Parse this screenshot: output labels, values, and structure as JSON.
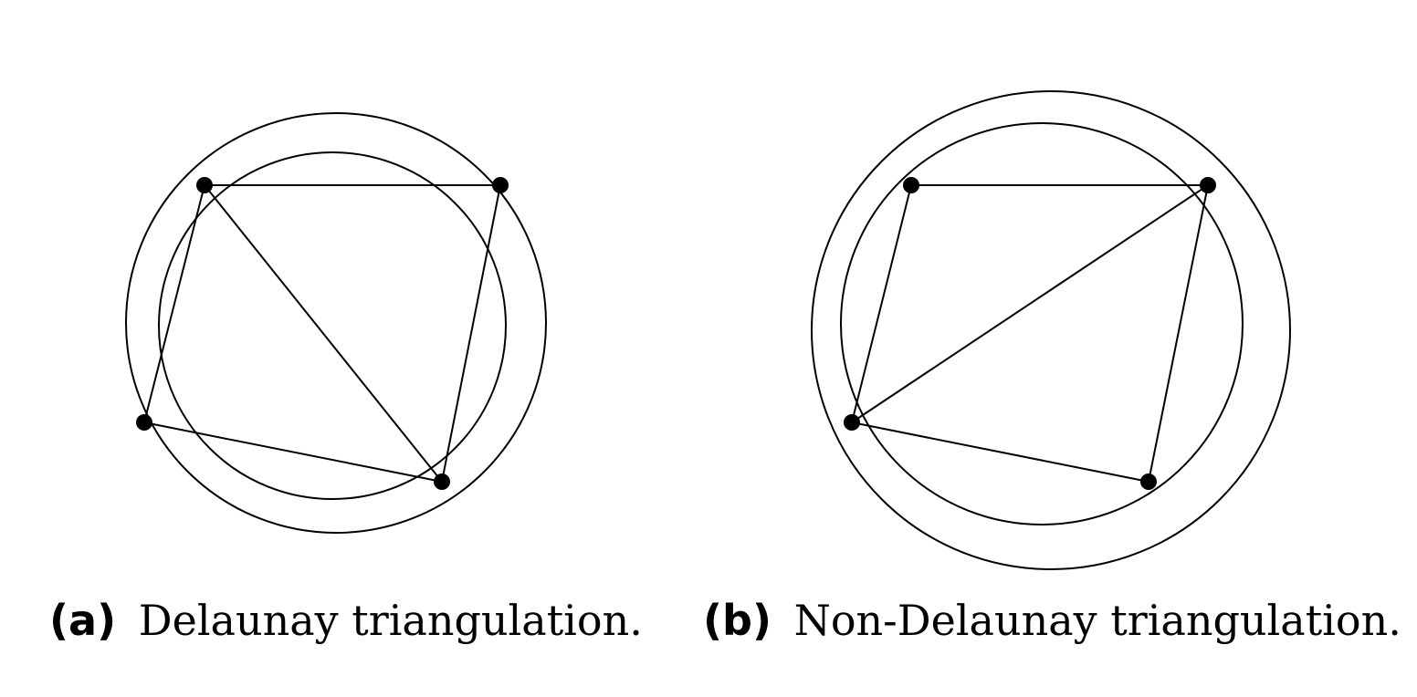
{
  "captions": {
    "a": {
      "tag": "(a)",
      "text": "Delaunay triangulation."
    },
    "b": {
      "tag": "(b)",
      "text": "Non-Delaunay triangulation."
    }
  },
  "colors": {
    "stroke": "#000000",
    "vertex": "#000000",
    "background": "#ffffff"
  }
}
